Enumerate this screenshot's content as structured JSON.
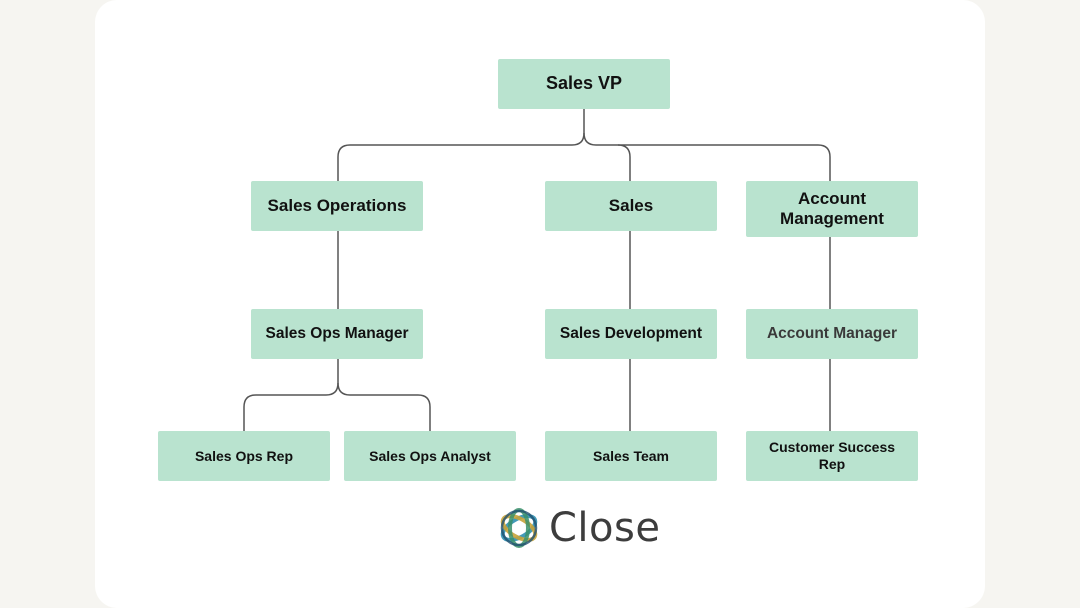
{
  "chart": {
    "root": "Sales VP",
    "departments": {
      "sales_operations": "Sales Operations",
      "sales": "Sales",
      "account_management": "Account Management"
    },
    "managers": {
      "sales_ops_manager": "Sales Ops Manager",
      "sales_development": "Sales Development",
      "account_manager": "Account Manager"
    },
    "roles": {
      "sales_ops_rep": "Sales Ops Rep",
      "sales_ops_analyst": "Sales Ops Analyst",
      "sales_team": "Sales Team",
      "customer_success_rep": "Customer Success Rep"
    }
  },
  "branding": {
    "logo_text": "Close",
    "logo_icon": "close-logo-icon"
  },
  "colors": {
    "node_fill": "#b9e3cf",
    "connector": "#555555",
    "card": "#ffffff",
    "background": "#f6f5f1"
  }
}
